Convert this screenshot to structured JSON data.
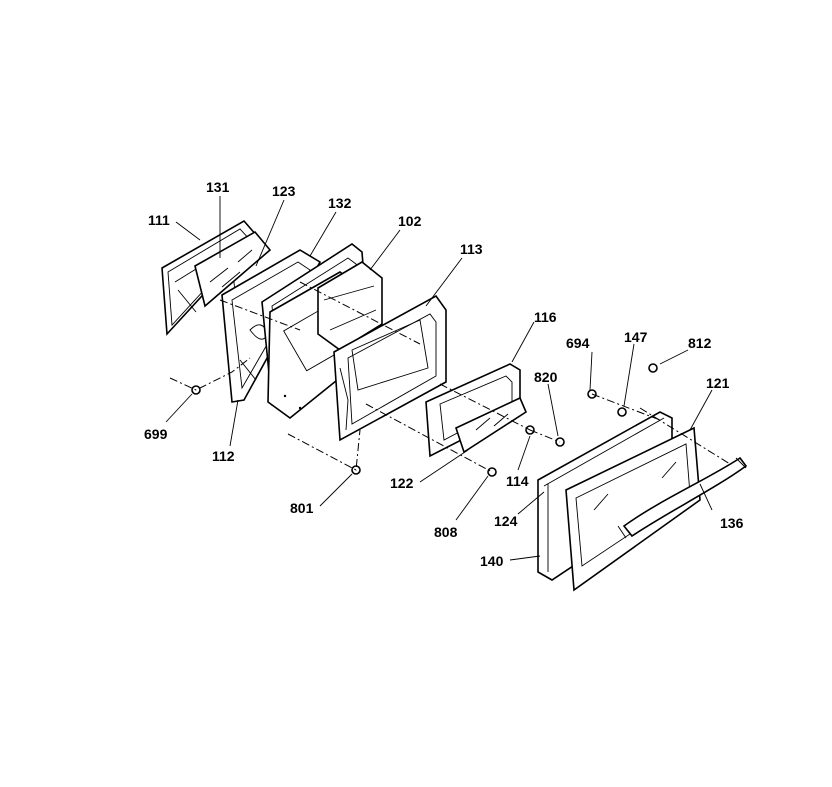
{
  "diagram": {
    "labels": {
      "p111": "111",
      "p131": "131",
      "p123": "123",
      "p132": "132",
      "p102": "102",
      "p113": "113",
      "p116": "116",
      "p694": "694",
      "p147": "147",
      "p812": "812",
      "p820": "820",
      "p121": "121",
      "p699": "699",
      "p112": "112",
      "p801": "801",
      "p122": "122",
      "p114": "114",
      "p808": "808",
      "p124": "124",
      "p136": "136",
      "p140": "140"
    }
  }
}
